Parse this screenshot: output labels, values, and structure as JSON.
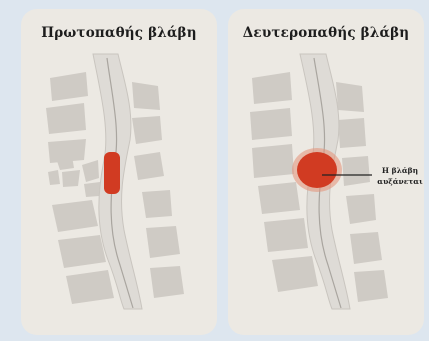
{
  "panels": [
    {
      "title": "Πρωτοπαθής βλάβη"
    },
    {
      "title": "Δευτεροπαθής βλάβη"
    }
  ],
  "annotation": {
    "line1": "Η βλάβη",
    "line2": "αυξάνεται"
  },
  "colors": {
    "background": "#dde6ef",
    "panel": "#ece9e3",
    "bone": "#cfcbc5",
    "cord": "#dad7d2",
    "lesion": "#d13b22",
    "lesion_halo": "#e48f77"
  }
}
